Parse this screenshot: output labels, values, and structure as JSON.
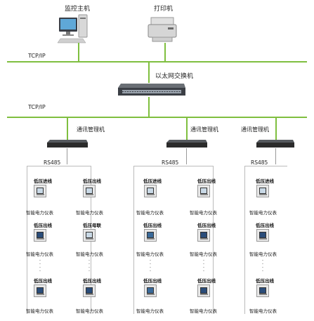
{
  "top": {
    "monitor_host_label": "监控主机",
    "printer_label": "打印机",
    "switch_label": "以太网交换机",
    "tcpip_top": "TCP/IP",
    "tcpip_mid": "TCP/IP"
  },
  "managers": [
    {
      "label": "通讯管理机",
      "bus": "RS485"
    },
    {
      "label": "通讯管理机",
      "bus": "RS485"
    },
    {
      "label": "通讯管理机",
      "bus": "RS485"
    }
  ],
  "col1": {
    "a_head": "低压进线",
    "a_foot": "智能电力仪表",
    "b_head": "低压出线",
    "b_foot": "智能电力仪表",
    "c_head": "低压出线",
    "c_foot": "智能电力仪表"
  },
  "col2": {
    "a_head": "低压出线",
    "a_foot": "智能电力仪表",
    "b_head": "低压母联",
    "b_foot": "智能电力仪表",
    "c_head": "低压出线",
    "c_foot": "智能电力仪表"
  },
  "col3": {
    "a_head": "低压进线",
    "a_foot": "智能电力仪表",
    "b_head": "低压出线",
    "b_foot": "智能电力仪表",
    "c_head": "低压出线",
    "c_foot": "智能电力仪表"
  },
  "col4": {
    "a_head": "低压出线",
    "a_foot": "智能电力仪表",
    "b_head": "低压出线",
    "b_foot": "智能电力仪表",
    "c_head": "低压出线",
    "c_foot": "智能电力仪表"
  },
  "col5": {
    "a_head": "低压进线",
    "a_foot": "智能电力仪表",
    "b_head": "低压出线",
    "b_foot": "智能电力仪表",
    "c_head": "低压出线",
    "c_foot": "智能电力仪表"
  },
  "colors": {
    "bus_line": "#7fbf3f",
    "device_dark": "#2b2b2b"
  },
  "icons": [
    "computer-icon",
    "printer-icon",
    "ethernet-switch-icon",
    "comm-manager-icon",
    "power-meter-icon"
  ]
}
